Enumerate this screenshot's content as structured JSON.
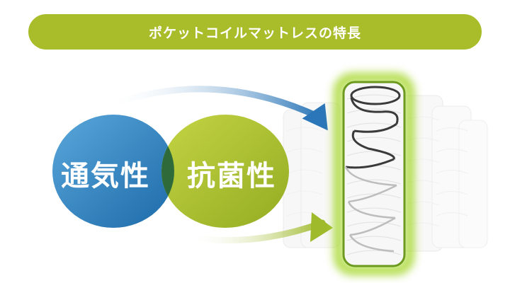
{
  "header": {
    "title": "ポケットコイルマットレスの特長"
  },
  "features": [
    {
      "label": "通気性",
      "color": "#2f86c4"
    },
    {
      "label": "抗菌性",
      "color": "#a5bb2b"
    }
  ],
  "colors": {
    "banner": "#a9bd2a",
    "arrow_top": "#2a76b8",
    "arrow_bottom": "#9fba2a",
    "glow": "#9ccf2e",
    "coil": "#333333"
  }
}
